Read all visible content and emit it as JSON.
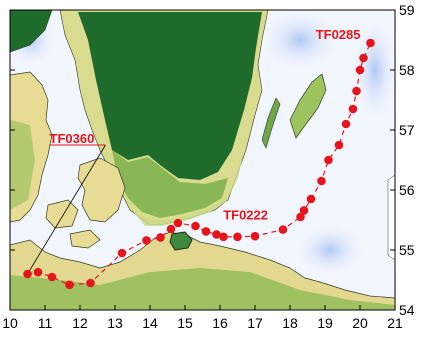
{
  "chart_data": {
    "type": "scatter",
    "x_ticks": [
      "10",
      "11",
      "12",
      "13",
      "14",
      "15",
      "16",
      "17",
      "18",
      "19",
      "20",
      "21"
    ],
    "y_ticks": [
      "54",
      "55",
      "56",
      "57",
      "58",
      "59"
    ],
    "xlim": [
      10,
      21
    ],
    "ylim": [
      54,
      59
    ],
    "grid": false,
    "station_color": "#e8141b",
    "land_colors": [
      "#1f6b2c",
      "#6fa84a",
      "#c9d98a",
      "#e8dc94"
    ],
    "sea_colors": [
      "#ffffff",
      "#dbe6fb",
      "#a9c3f2"
    ],
    "track": {
      "lon": [
        10.5,
        10.8,
        11.2,
        11.7,
        12.3,
        13.2,
        13.9,
        14.3,
        14.6,
        14.8,
        15.3,
        15.6,
        15.9,
        16.1,
        16.5,
        17.0,
        17.8,
        18.3,
        18.4,
        18.6,
        18.9,
        19.1,
        19.4,
        19.6,
        19.8,
        19.9,
        20.0,
        20.1,
        20.3
      ],
      "lat": [
        54.6,
        54.63,
        54.55,
        54.42,
        54.45,
        54.95,
        55.16,
        55.21,
        55.35,
        55.45,
        55.4,
        55.31,
        55.26,
        55.22,
        55.22,
        55.23,
        55.34,
        55.55,
        55.66,
        55.85,
        56.15,
        56.5,
        56.75,
        57.1,
        57.35,
        57.65,
        58.0,
        58.2,
        58.45
      ]
    },
    "stations": [
      {
        "label": "TF0360",
        "lon": 10.5,
        "lat": 54.6
      },
      {
        "label": "TF0222",
        "lon": 17.8,
        "lat": 55.34
      },
      {
        "label": "TF0285",
        "lon": 20.3,
        "lat": 58.45
      }
    ]
  }
}
